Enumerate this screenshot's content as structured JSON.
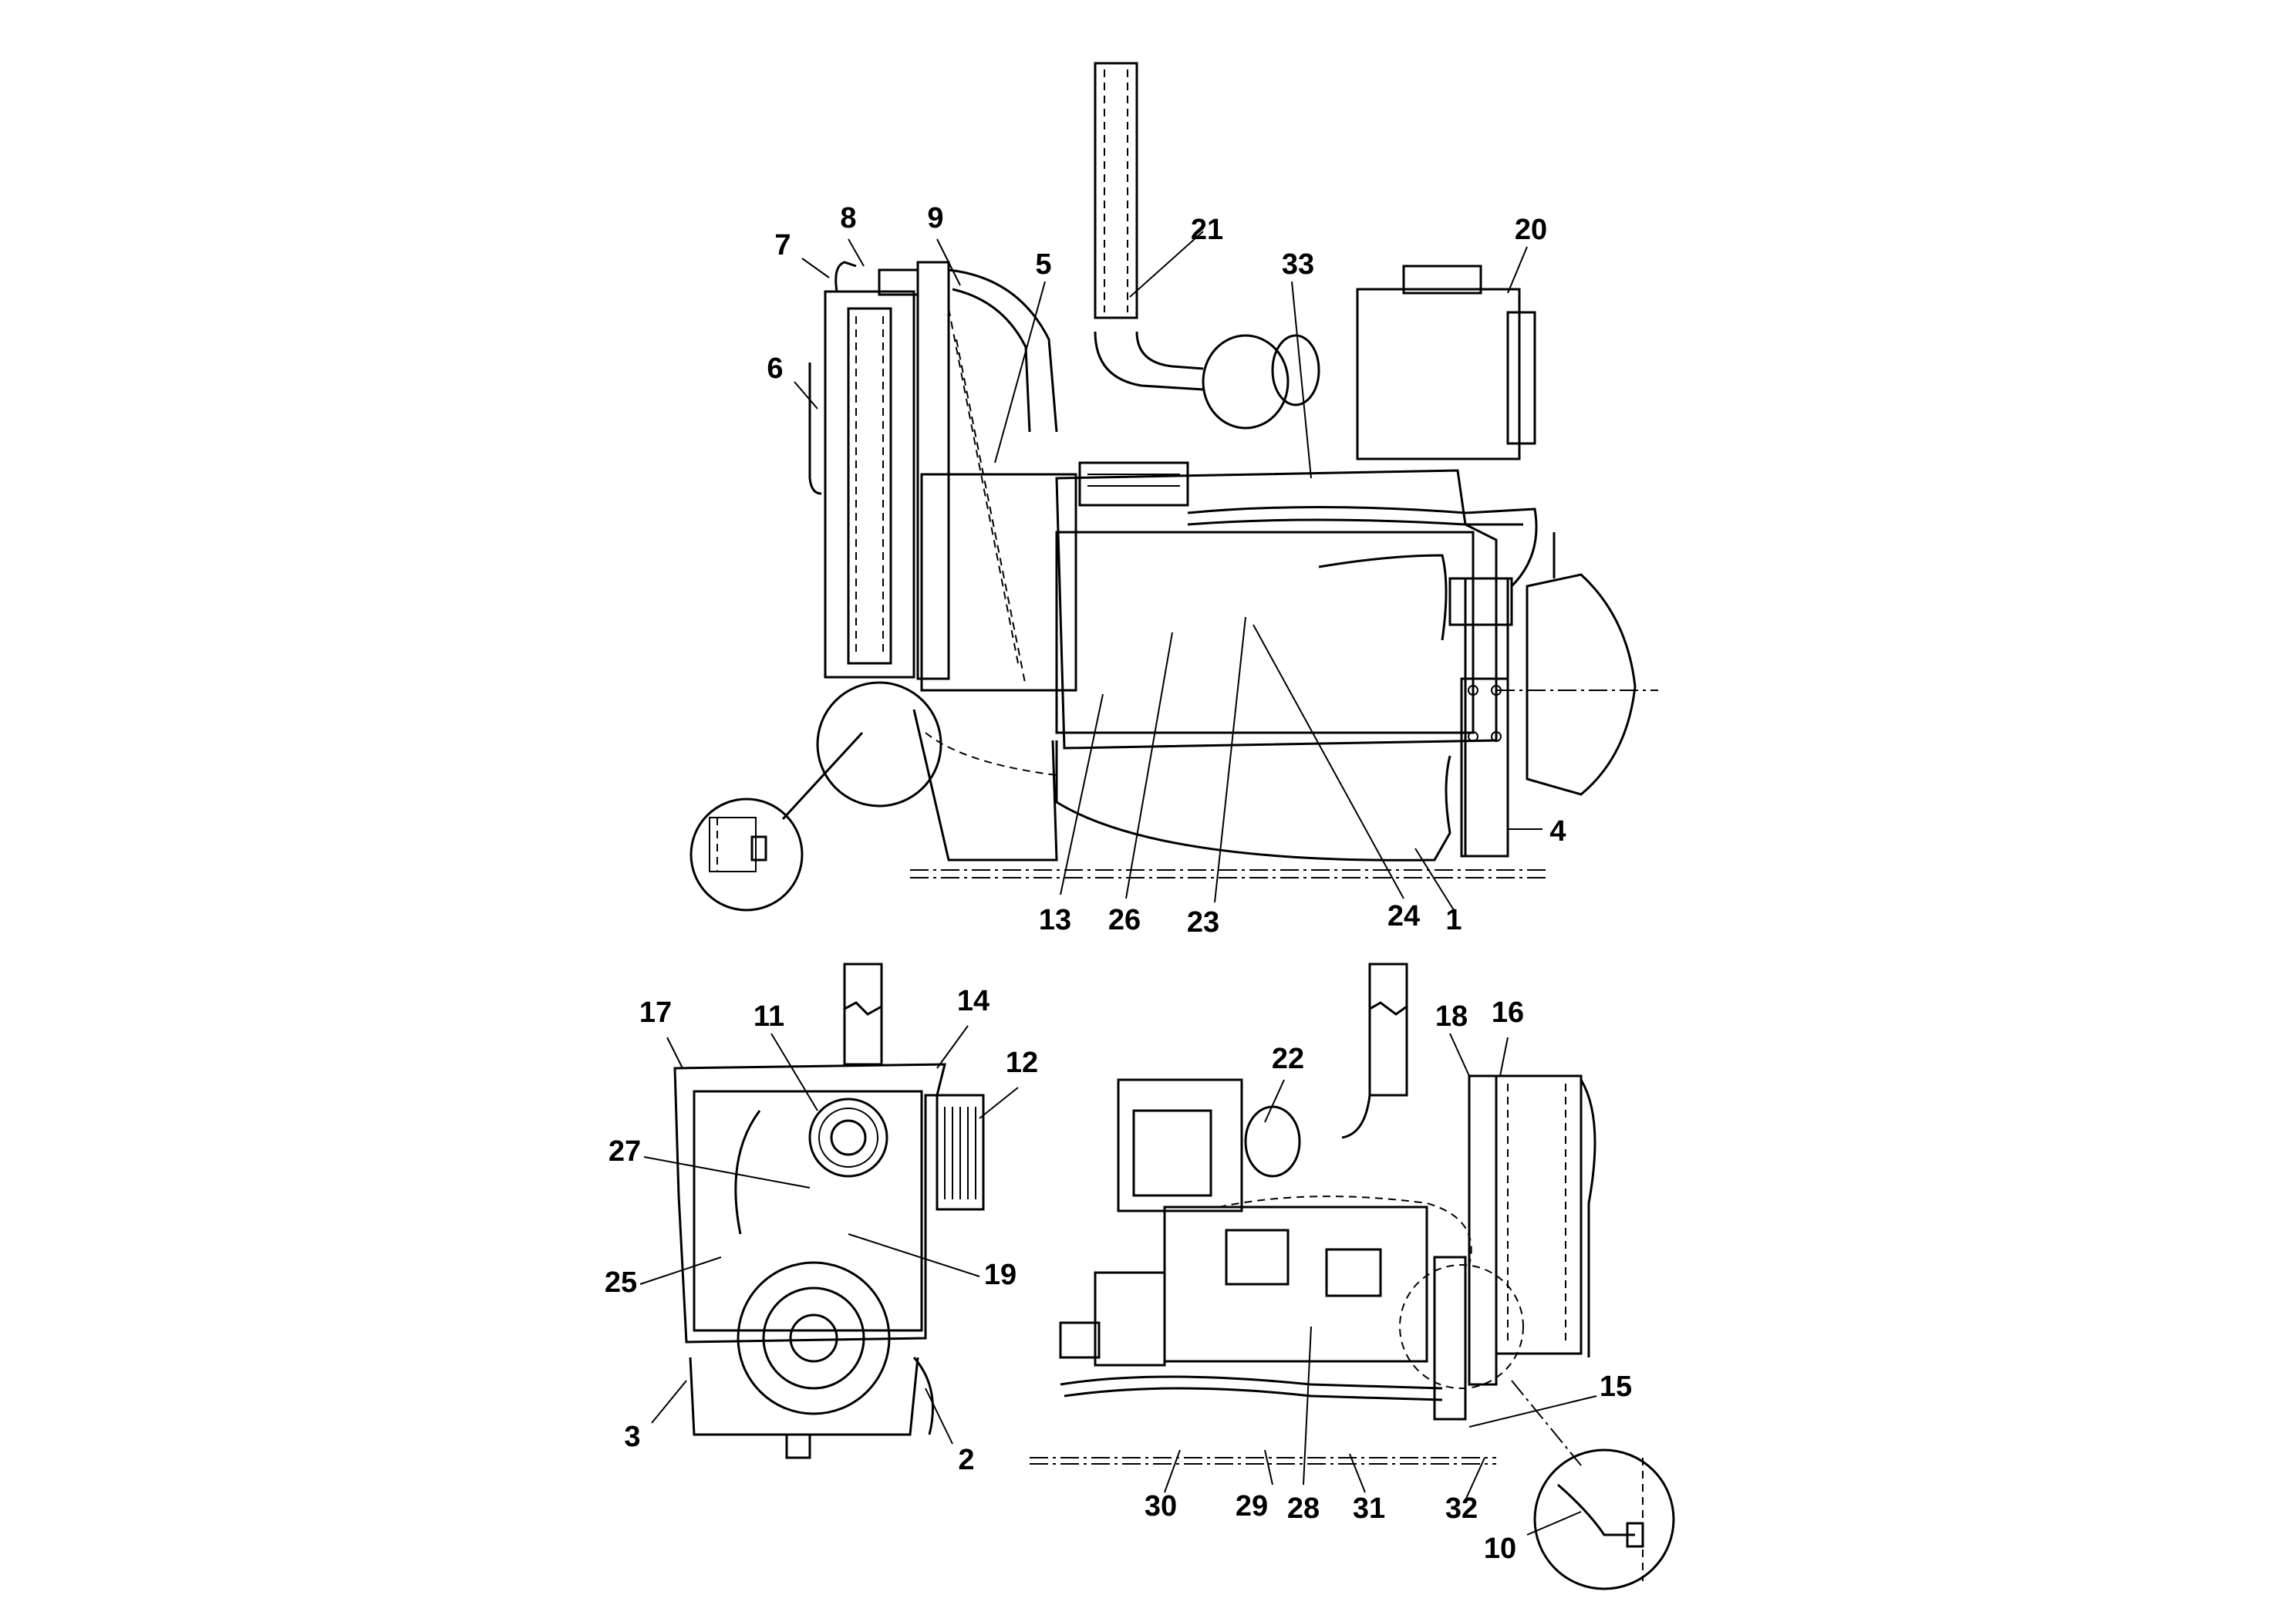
{
  "diagram": {
    "callouts": {
      "c1": "1",
      "c2": "2",
      "c3": "3",
      "c4": "4",
      "c5": "5",
      "c6": "6",
      "c7": "7",
      "c8": "8",
      "c9": "9",
      "c10": "10",
      "c11": "11",
      "c12": "12",
      "c13": "13",
      "c14": "14",
      "c15": "15",
      "c16": "16",
      "c17": "17",
      "c18": "18",
      "c19": "19",
      "c20": "20",
      "c21": "21",
      "c22": "22",
      "c23": "23",
      "c24": "24",
      "c25": "25",
      "c26": "26",
      "c27": "27",
      "c28": "28",
      "c29": "29",
      "c30": "30",
      "c31": "31",
      "c32": "32",
      "c33": "33"
    },
    "views": [
      "side-view",
      "front-view",
      "rear-side-view"
    ]
  }
}
